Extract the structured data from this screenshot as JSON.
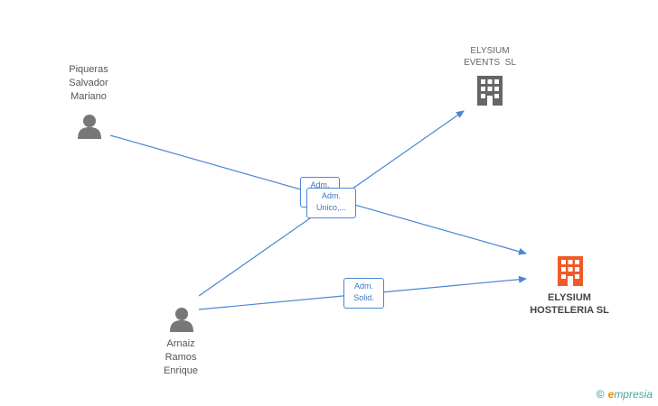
{
  "people": [
    {
      "name_lines": [
        "Piqueras",
        "Salvador",
        "Mariano"
      ]
    },
    {
      "name_lines": [
        "Arnaiz",
        "Ramos",
        "Enrique"
      ]
    }
  ],
  "companies": [
    {
      "name_lines": [
        "ELYSIUM",
        "EVENTS  SL"
      ],
      "color": "#666666"
    },
    {
      "name_lines": [
        "ELYSIUM",
        "HOSTELERIA SL"
      ],
      "color": "#f05a28"
    }
  ],
  "edge_labels": [
    {
      "lines": [
        "Adm.",
        ""
      ]
    },
    {
      "lines": [
        "Adm.",
        "Unico,..."
      ]
    },
    {
      "lines": [
        "Adm.",
        "Solid."
      ]
    }
  ],
  "footer": {
    "copyright": "©",
    "brand_e": "e",
    "brand_rest": "mpresia"
  },
  "colors": {
    "edge": "#4a86d6",
    "person": "#777777"
  }
}
